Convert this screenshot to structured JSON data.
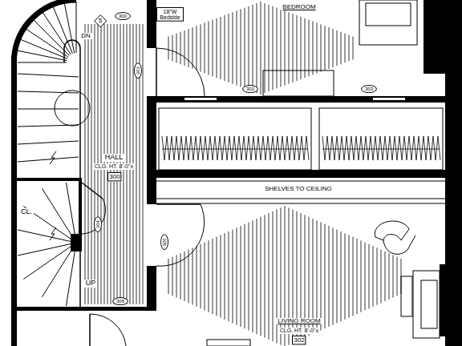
{
  "diagram": {
    "nodes": [
      {
        "text": [
          "18\"W Bedside"
        ]
      },
      {
        "text": [
          "5"
        ]
      },
      {
        "text": [
          "300"
        ]
      },
      {
        "text": [
          "301"
        ]
      },
      {
        "text": [
          "302"
        ]
      },
      {
        "text": [
          "303"
        ]
      },
      {
        "text": [
          "300"
        ]
      },
      {
        "text": [
          "304"
        ]
      },
      {
        "text": [
          "305"
        ]
      },
      {
        "text": [
          "306"
        ]
      },
      {
        "text": [
          "302"
        ]
      }
    ],
    "labels": [
      "BEDROOM",
      "DN",
      "HALL",
      "CLG. HT. 8'-0\"±",
      "CL.",
      "UP",
      "SHELVES TO CEILING",
      "LIVING ROOM",
      "CLG. HT. 8'-0\"±"
    ]
  }
}
